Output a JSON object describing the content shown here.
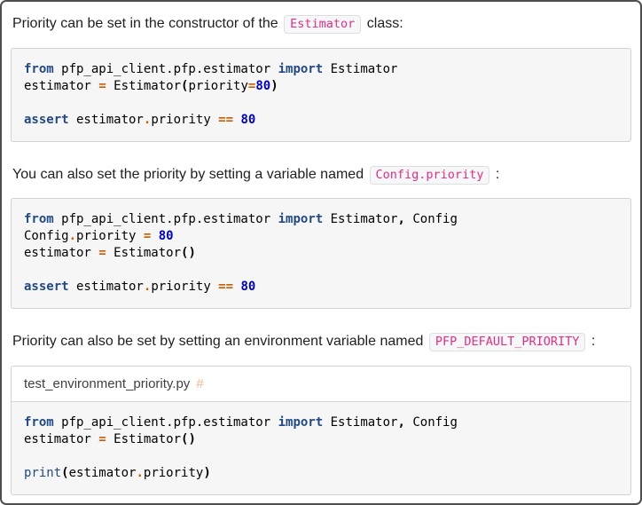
{
  "content": {
    "paragraphs": [
      {
        "segments": [
          {
            "text": "Priority can be set in the constructor of the ",
            "code": false
          },
          {
            "text": "Estimator",
            "code": true
          },
          {
            "text": " class:",
            "code": false
          }
        ]
      },
      {
        "segments": [
          {
            "text": "You can also set the priority by setting a variable named ",
            "code": false
          },
          {
            "text": "Config.priority",
            "code": true
          },
          {
            "text": " :",
            "code": false
          }
        ]
      },
      {
        "segments": [
          {
            "text": "Priority can also be set by setting an environment variable named ",
            "code": false
          },
          {
            "text": "PFP_DEFAULT_PRIORITY",
            "code": true
          },
          {
            "text": " :",
            "code": false
          }
        ]
      }
    ],
    "code_blocks": [
      {
        "language": "python",
        "lines": [
          [
            {
              "t": "from",
              "c": "k"
            },
            {
              "t": " pfp_api_client.pfp.estimator ",
              "c": "n"
            },
            {
              "t": "import",
              "c": "k"
            },
            {
              "t": " Estimator",
              "c": "n"
            }
          ],
          [
            {
              "t": "estimator ",
              "c": "n"
            },
            {
              "t": "=",
              "c": "o"
            },
            {
              "t": " Estimator",
              "c": "n"
            },
            {
              "t": "(",
              "c": "p"
            },
            {
              "t": "priority",
              "c": "n"
            },
            {
              "t": "=",
              "c": "o"
            },
            {
              "t": "80",
              "c": "m"
            },
            {
              "t": ")",
              "c": "p"
            }
          ],
          [],
          [
            {
              "t": "assert",
              "c": "k"
            },
            {
              "t": " estimator",
              "c": "n"
            },
            {
              "t": ".",
              "c": "o"
            },
            {
              "t": "priority ",
              "c": "n"
            },
            {
              "t": "==",
              "c": "o"
            },
            {
              "t": " ",
              "c": "n"
            },
            {
              "t": "80",
              "c": "m"
            }
          ]
        ]
      },
      {
        "language": "python",
        "lines": [
          [
            {
              "t": "from",
              "c": "k"
            },
            {
              "t": " pfp_api_client.pfp.estimator ",
              "c": "n"
            },
            {
              "t": "import",
              "c": "k"
            },
            {
              "t": " Estimator",
              "c": "n"
            },
            {
              "t": ",",
              "c": "p"
            },
            {
              "t": " Config",
              "c": "n"
            }
          ],
          [
            {
              "t": "Config",
              "c": "n"
            },
            {
              "t": ".",
              "c": "o"
            },
            {
              "t": "priority ",
              "c": "n"
            },
            {
              "t": "=",
              "c": "o"
            },
            {
              "t": " ",
              "c": "n"
            },
            {
              "t": "80",
              "c": "m"
            }
          ],
          [
            {
              "t": "estimator ",
              "c": "n"
            },
            {
              "t": "=",
              "c": "o"
            },
            {
              "t": " Estimator",
              "c": "n"
            },
            {
              "t": "()",
              "c": "p"
            }
          ],
          [],
          [
            {
              "t": "assert",
              "c": "k"
            },
            {
              "t": " estimator",
              "c": "n"
            },
            {
              "t": ".",
              "c": "o"
            },
            {
              "t": "priority ",
              "c": "n"
            },
            {
              "t": "==",
              "c": "o"
            },
            {
              "t": " ",
              "c": "n"
            },
            {
              "t": "80",
              "c": "m"
            }
          ]
        ]
      },
      {
        "language": "python",
        "title": "test_environment_priority.py",
        "permalink": "#",
        "lines": [
          [
            {
              "t": "from",
              "c": "k"
            },
            {
              "t": " pfp_api_client.pfp.estimator ",
              "c": "n"
            },
            {
              "t": "import",
              "c": "k"
            },
            {
              "t": " Estimator",
              "c": "n"
            },
            {
              "t": ",",
              "c": "p"
            },
            {
              "t": " Config",
              "c": "n"
            }
          ],
          [
            {
              "t": "estimator ",
              "c": "n"
            },
            {
              "t": "=",
              "c": "o"
            },
            {
              "t": " Estimator",
              "c": "n"
            },
            {
              "t": "()",
              "c": "p"
            }
          ],
          [],
          [
            {
              "t": "print",
              "c": "nb"
            },
            {
              "t": "(",
              "c": "p"
            },
            {
              "t": "estimator",
              "c": "n"
            },
            {
              "t": ".",
              "c": "o"
            },
            {
              "t": "priority",
              "c": "n"
            },
            {
              "t": ")",
              "c": "p"
            }
          ]
        ]
      }
    ]
  },
  "colors": {
    "page_border": "#4e4e4e",
    "body_text": "#212121",
    "inline_code_text": "#e82c82",
    "inline_code_bg": "#f6f7f8",
    "code_block_bg": "#f6f6f6",
    "code_block_border": "#d2d2d2",
    "syntax_keyword": "#204a87",
    "syntax_builtin": "#204a87",
    "syntax_operator": "#ce5c00",
    "syntax_number": "#0000cf",
    "permalink": "#f2b688"
  }
}
